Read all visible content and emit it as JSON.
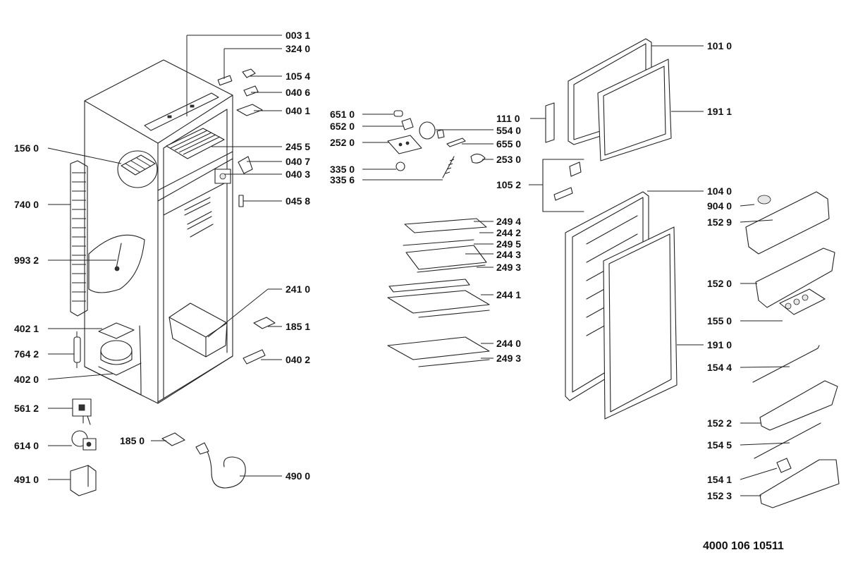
{
  "document_number": "4000 106 10511",
  "labels": [
    {
      "id": "l0031",
      "text": "003 1"
    },
    {
      "id": "l3240",
      "text": "324 0"
    },
    {
      "id": "l1054",
      "text": "105 4"
    },
    {
      "id": "l0406",
      "text": "040 6"
    },
    {
      "id": "l0401",
      "text": "040 1"
    },
    {
      "id": "l2455",
      "text": "245 5"
    },
    {
      "id": "l0407",
      "text": "040 7"
    },
    {
      "id": "l0403",
      "text": "040 3"
    },
    {
      "id": "l0458",
      "text": "045 8"
    },
    {
      "id": "l1560",
      "text": "156 0"
    },
    {
      "id": "l7400",
      "text": "740 0"
    },
    {
      "id": "l9932",
      "text": "993 2"
    },
    {
      "id": "l2410",
      "text": "241 0"
    },
    {
      "id": "l1851",
      "text": "185 1"
    },
    {
      "id": "l0402",
      "text": "040 2"
    },
    {
      "id": "l4021",
      "text": "402 1"
    },
    {
      "id": "l7642",
      "text": "764 2"
    },
    {
      "id": "l4020",
      "text": "402 0"
    },
    {
      "id": "l5612",
      "text": "561 2"
    },
    {
      "id": "l6140",
      "text": "614 0"
    },
    {
      "id": "l4910",
      "text": "491 0"
    },
    {
      "id": "l1850",
      "text": "185 0"
    },
    {
      "id": "l4900",
      "text": "490 0"
    },
    {
      "id": "l6510",
      "text": "651 0"
    },
    {
      "id": "l6520",
      "text": "652 0"
    },
    {
      "id": "l2520",
      "text": "252 0"
    },
    {
      "id": "l3350",
      "text": "335 0"
    },
    {
      "id": "l3356",
      "text": "335 6"
    },
    {
      "id": "l5540",
      "text": "554 0"
    },
    {
      "id": "l6550",
      "text": "655 0"
    },
    {
      "id": "l2530",
      "text": "253 0"
    },
    {
      "id": "l1110",
      "text": "111 0"
    },
    {
      "id": "l1052",
      "text": "105 2"
    },
    {
      "id": "l2494",
      "text": "249 4"
    },
    {
      "id": "l2442",
      "text": "244 2"
    },
    {
      "id": "l2495",
      "text": "249 5"
    },
    {
      "id": "l2443",
      "text": "244 3"
    },
    {
      "id": "l2493a",
      "text": "249 3"
    },
    {
      "id": "l2441",
      "text": "244 1"
    },
    {
      "id": "l2440",
      "text": "244 0"
    },
    {
      "id": "l2493b",
      "text": "249 3"
    },
    {
      "id": "l1010",
      "text": "101 0"
    },
    {
      "id": "l1911",
      "text": "191 1"
    },
    {
      "id": "l1040",
      "text": "104 0"
    },
    {
      "id": "l9040",
      "text": "904 0"
    },
    {
      "id": "l1529",
      "text": "152 9"
    },
    {
      "id": "l1520",
      "text": "152 0"
    },
    {
      "id": "l1550",
      "text": "155 0"
    },
    {
      "id": "l1910",
      "text": "191 0"
    },
    {
      "id": "l1544",
      "text": "154 4"
    },
    {
      "id": "l1522",
      "text": "152 2"
    },
    {
      "id": "l1545",
      "text": "154 5"
    },
    {
      "id": "l1541",
      "text": "154 1"
    },
    {
      "id": "l1523",
      "text": "152 3"
    }
  ]
}
